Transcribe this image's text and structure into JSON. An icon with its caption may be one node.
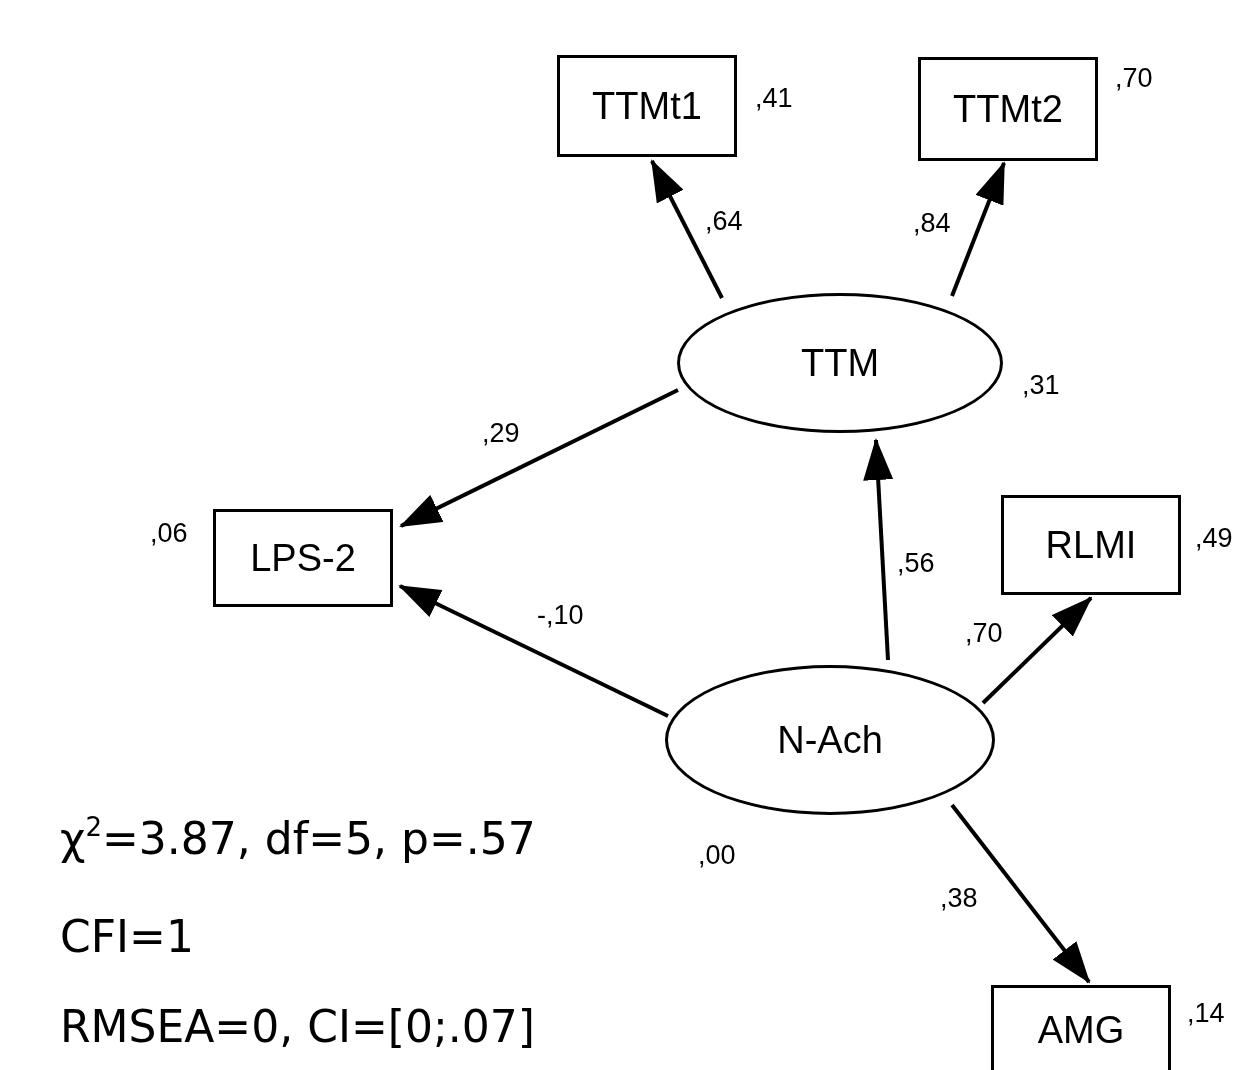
{
  "diagram": {
    "nodes": [
      {
        "text": [
          "TTMt1"
        ],
        "beside": [
          ",41"
        ]
      },
      {
        "text": [
          "TTMt2"
        ],
        "beside": [
          ",70"
        ]
      },
      {
        "text": [
          "TTM"
        ],
        "beside": [
          ",31"
        ]
      },
      {
        "text": [
          "LPS-2"
        ],
        "beside": [
          ",06"
        ]
      },
      {
        "text": [
          "RLMI"
        ],
        "beside": [
          ",49"
        ]
      },
      {
        "text": [
          "N-Ach"
        ],
        "beside": [
          ",00"
        ]
      },
      {
        "text": [
          "AMG"
        ],
        "beside": [
          ",14"
        ]
      }
    ],
    "edges": [
      {
        "from": 2,
        "to": 0,
        "arrow": "to",
        "label": ",64"
      },
      {
        "from": 2,
        "to": 1,
        "arrow": "to",
        "label": ",84"
      },
      {
        "from": 2,
        "to": 3,
        "arrow": "to",
        "label": ",29"
      },
      {
        "from": 5,
        "to": 2,
        "arrow": "to",
        "label": ",56"
      },
      {
        "from": 5,
        "to": 3,
        "arrow": "to",
        "label": "-,10"
      },
      {
        "from": 5,
        "to": 4,
        "arrow": "to",
        "label": ",70"
      },
      {
        "from": 5,
        "to": 6,
        "arrow": "to",
        "label": ",38"
      }
    ],
    "labels": [
      "χ$^{2}$=3.87, df=5, p=.57",
      "CFI=1",
      "RMSEA=0, CI=[0;.07]"
    ]
  }
}
